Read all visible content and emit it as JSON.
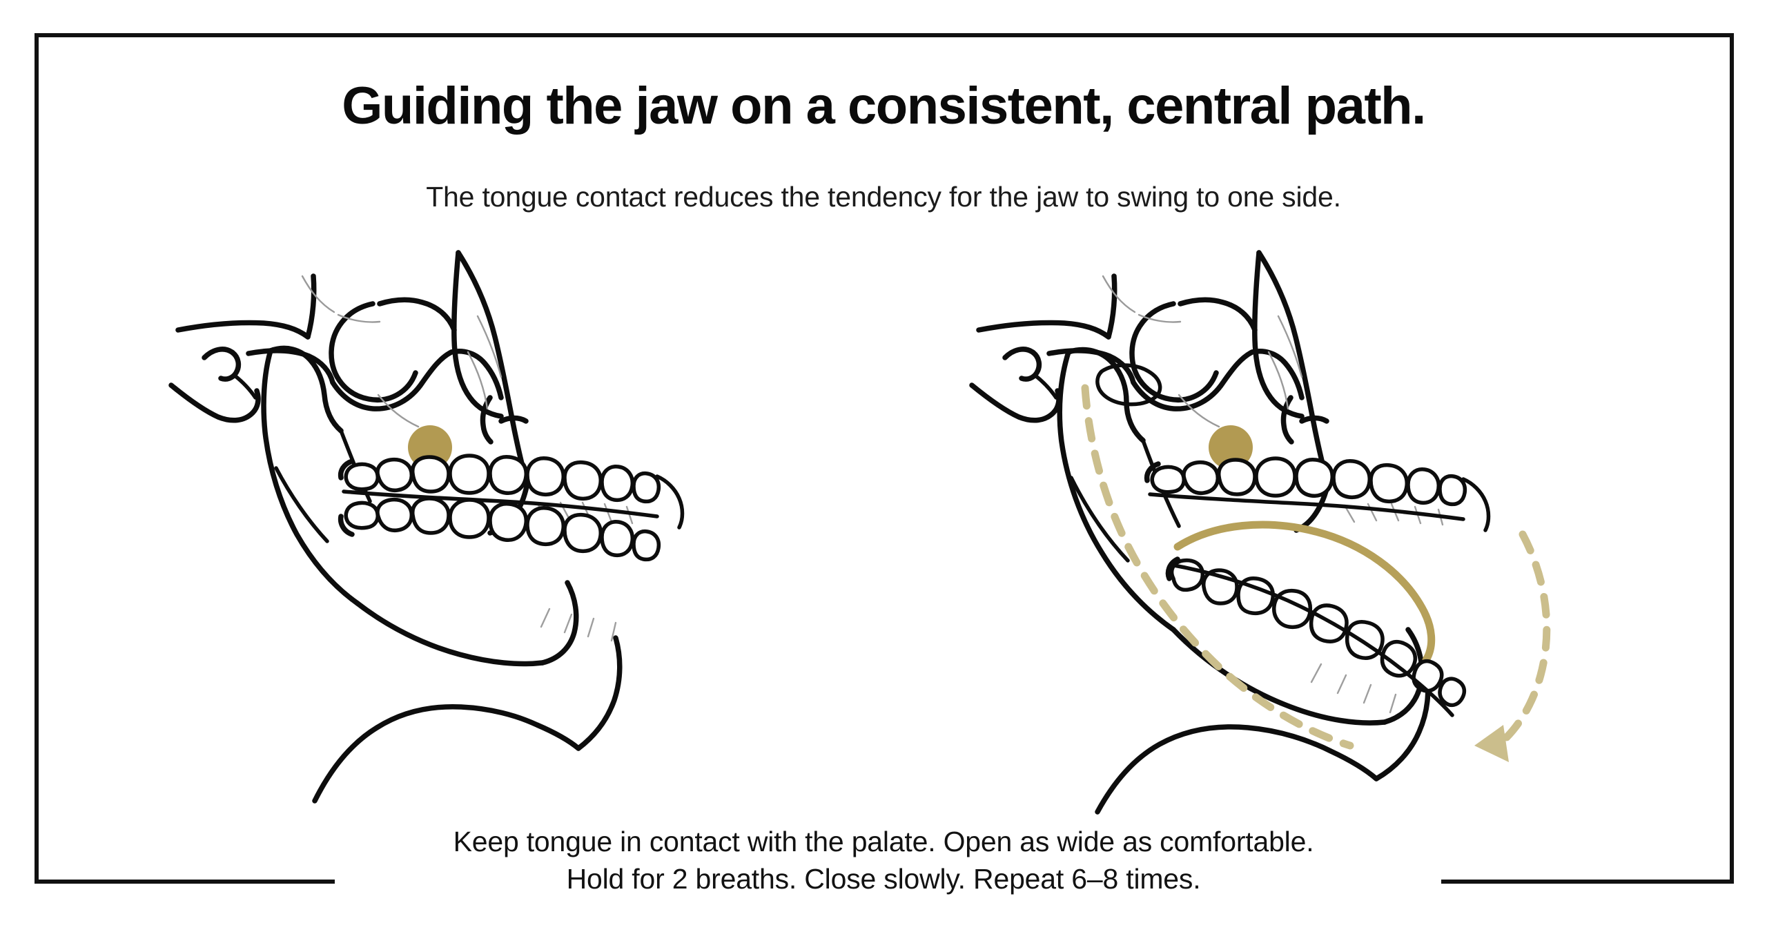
{
  "frame": {
    "border_color": "#111111",
    "background_color": "#ffffff"
  },
  "header": {
    "title": "Guiding the jaw on a consistent, central path.",
    "subtitle": "The tongue contact reduces the tendency for the jaw to swing to one side."
  },
  "figures": [
    {
      "id": "closed",
      "state_label": "jaw-closed",
      "marker": {
        "name": "tongue-contact-marker",
        "color": "#b29a52",
        "shape": "filled-circle"
      },
      "has_motion_path": false,
      "has_motion_arrow": false
    },
    {
      "id": "open",
      "state_label": "jaw-open",
      "marker": {
        "name": "tongue-contact-marker",
        "color": "#b29a52",
        "shape": "filled-circle"
      },
      "tongue_arc": {
        "name": "tongue-palate-contact-arc",
        "color": "#b6a059",
        "style": "solid"
      },
      "motion_path": {
        "name": "mandible-opening-path",
        "color": "#cbbe8c",
        "style": "dashed"
      },
      "motion_arrow": {
        "name": "opening-direction-arrow",
        "color": "#cbbe8c",
        "style": "dashed-with-arrowhead",
        "direction": "downward-rotation"
      },
      "has_motion_path": true,
      "has_motion_arrow": true
    }
  ],
  "footer": {
    "caption": "Keep tongue in contact with the palate. Open as wide as comfortable.\nHold for 2 breaths. Close slowly. Repeat 6–8 times."
  },
  "instructions": {
    "hold_breaths": "2",
    "repeat_range": "6–8"
  }
}
